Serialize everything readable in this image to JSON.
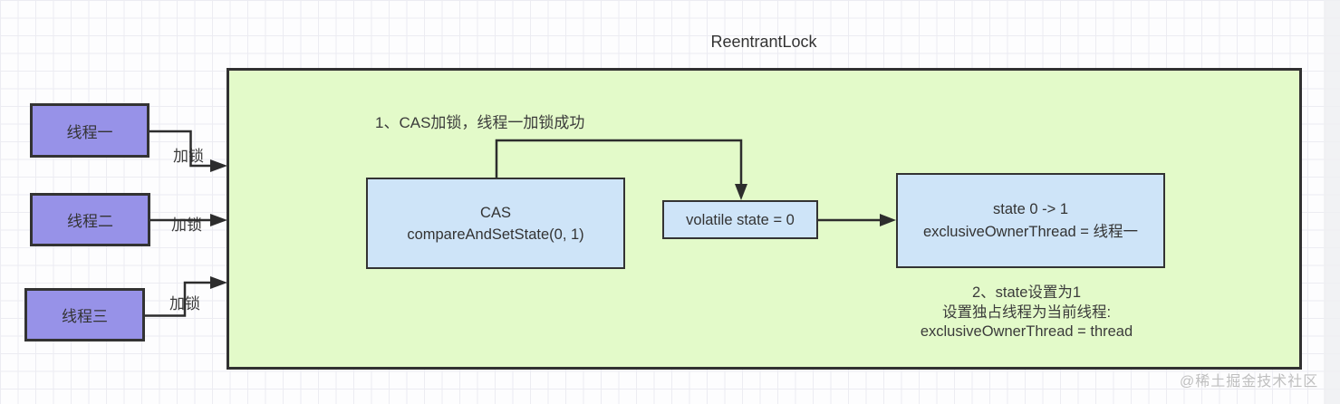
{
  "diagram": {
    "title": "ReentrantLock",
    "watermark": "@稀土掘金技术社区",
    "colors": {
      "thread_box": "#9792e8",
      "container_fill": "#e3fac9",
      "process_box_fill": "#cee4f8",
      "border": "#333333",
      "text": "#3b3b3b",
      "watermark": "#bfbfbf"
    },
    "threads": [
      {
        "label": "线程一",
        "action": "加锁"
      },
      {
        "label": "线程二",
        "action": "加锁"
      },
      {
        "label": "线程三",
        "action": "加锁"
      }
    ],
    "annotations": {
      "step1": "1、CAS加锁，线程一加锁成功",
      "step2_line1": "2、state设置为1",
      "step2_line2": "设置独占线程为当前线程:",
      "step2_line3": "exclusiveOwnerThread = thread"
    },
    "nodes": {
      "cas": {
        "line1": "CAS",
        "line2": "compareAndSetState(0, 1)"
      },
      "volatile_state": {
        "text": "volatile state = 0"
      },
      "result": {
        "line1": "state 0 -> 1",
        "line2": "exclusiveOwnerThread = 线程一"
      }
    }
  }
}
